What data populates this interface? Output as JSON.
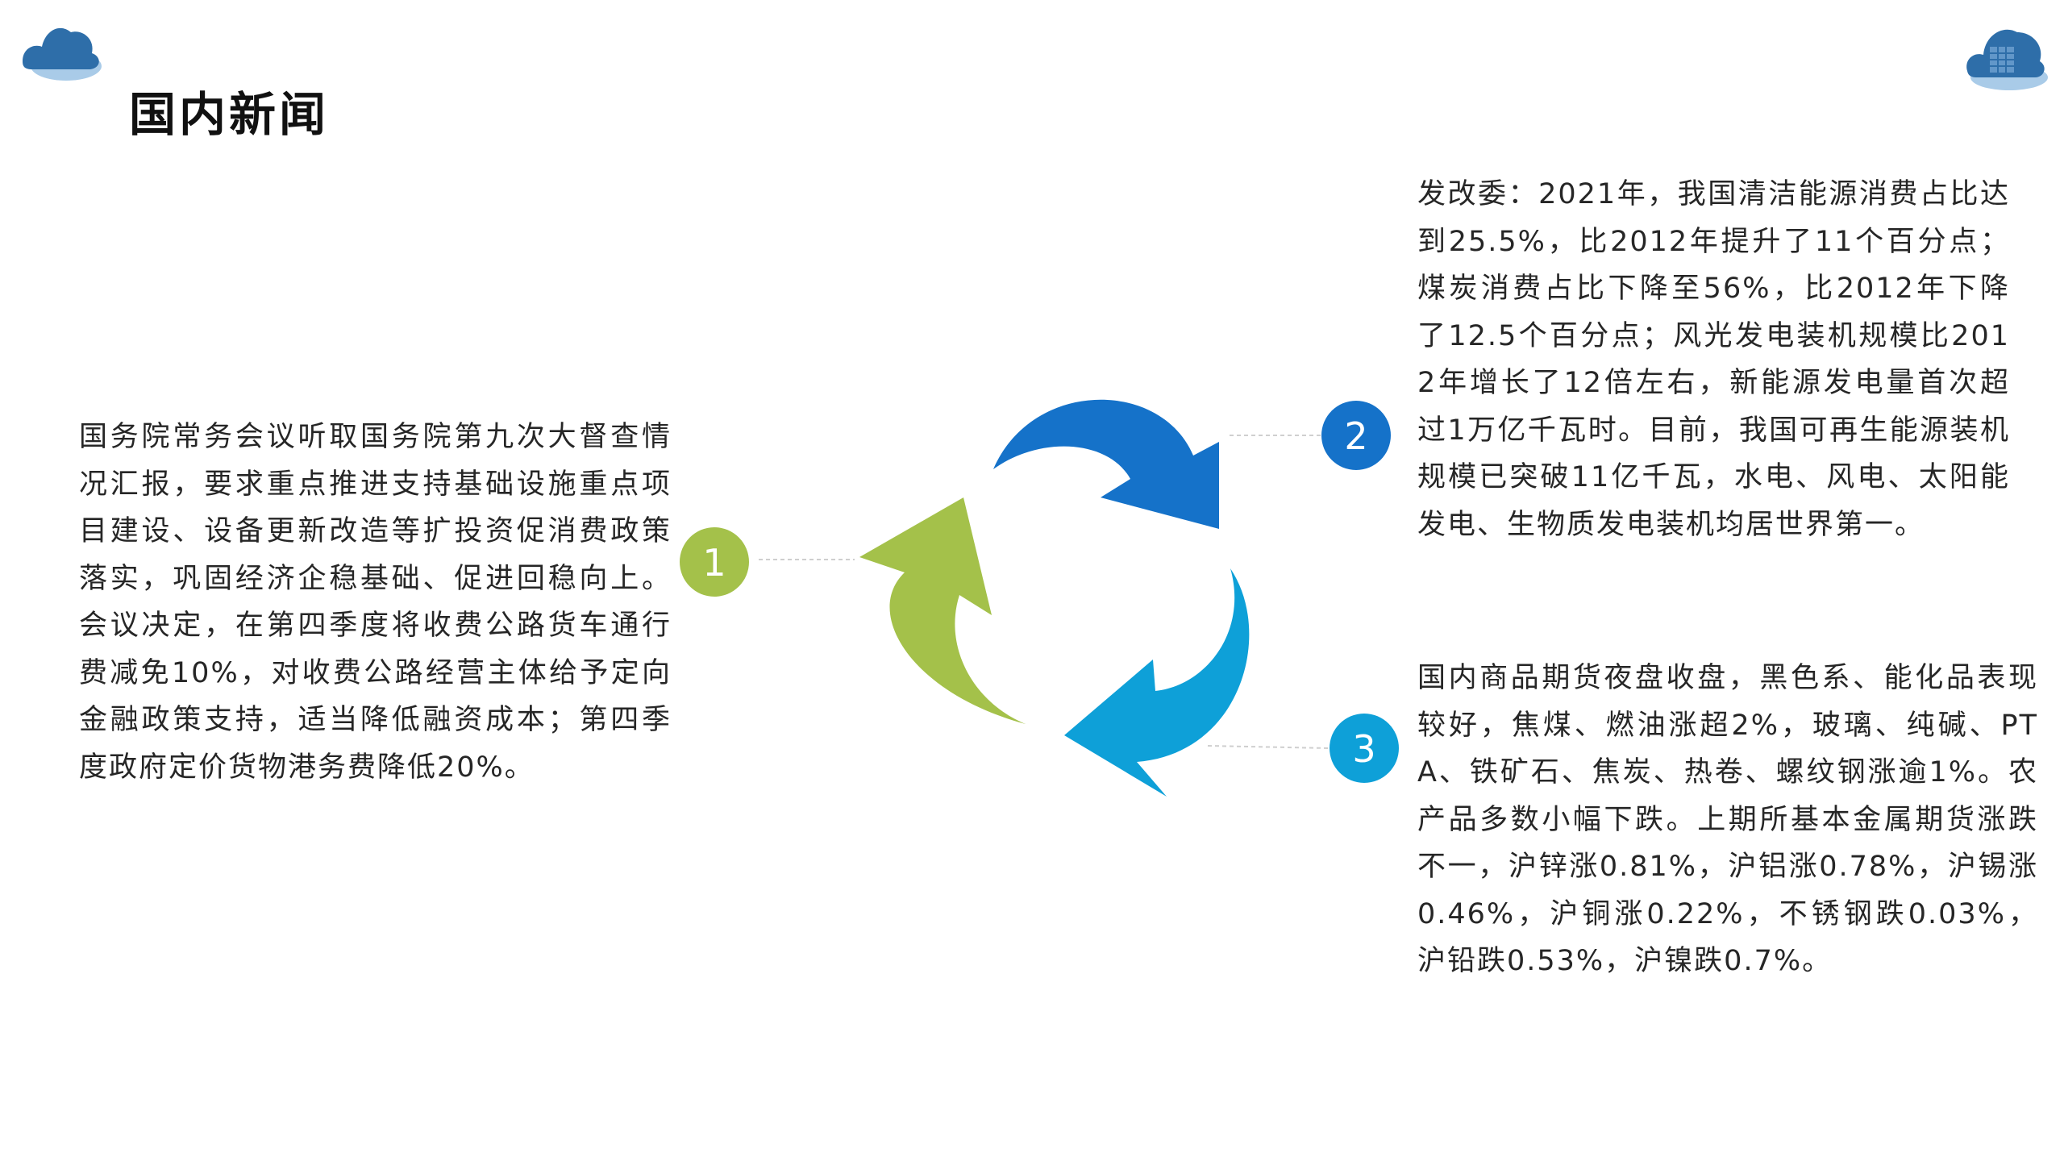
{
  "title": "国内新闻",
  "items": [
    {
      "number": "1",
      "color": "#a4c14a",
      "text": "国务院常务会议听取国务院第九次大督查情况汇报，要求重点推进支持基础设施重点项目建设、设备更新改造等扩投资促消费政策落实，巩固经济企稳基础、促进回稳向上。会议决定，在第四季度将收费公路货车通行费减免10%，对收费公路经营主体给予定向金融政策支持，适当降低融资成本；第四季度政府定价货物港务费降低20%。"
    },
    {
      "number": "2",
      "color": "#1572c9",
      "text": "发改委：2021年，我国清洁能源消费占比达到25.5%，比2012年提升了11个百分点；煤炭消费占比下降至56%，比2012年下降了12.5个百分点；风光发电装机规模比2012年增长了12倍左右，新能源发电量首次超过1万亿千瓦时。目前，我国可再生能源装机规模已突破11亿千瓦，水电、风电、太阳能发电、生物质发电装机均居世界第一。"
    },
    {
      "number": "3",
      "color": "#0ea0d8",
      "text": "国内商品期货夜盘收盘，黑色系、能化品表现较好，焦煤、燃油涨超2%，玻璃、纯碱、PTA、铁矿石、焦炭、热卷、螺纹钢涨逾1%。农产品多数小幅下跌。上期所基本金属期货涨跌不一，沪锌涨0.81%，沪铝涨0.78%，沪锡涨0.46%，沪铜涨0.22%，不锈钢跌0.03%，沪铅跌0.53%，沪镍跌0.7%。"
    }
  ],
  "icons": {
    "top_left": "cloud-icon",
    "top_right": "cloud-building-icon",
    "center": "cycle-arrows-icon"
  }
}
